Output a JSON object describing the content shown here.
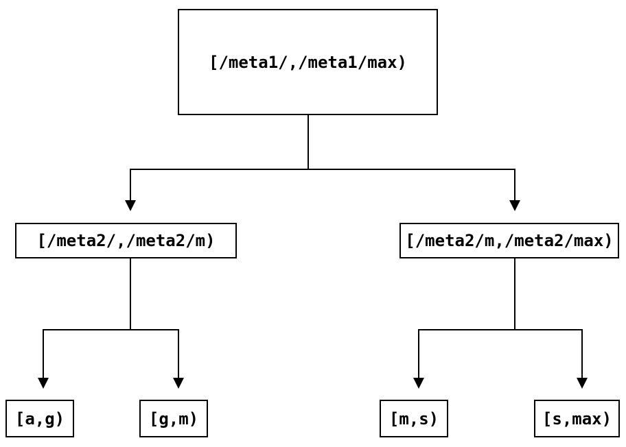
{
  "diagram": {
    "type": "tree",
    "colors": {
      "background": "#ffffff",
      "line": "#000000",
      "text": "#000000"
    },
    "root": {
      "label": "[/meta1/,/meta1/max)"
    },
    "level2": [
      {
        "label": "[/meta2/,/meta2/m)"
      },
      {
        "label": "[/meta2/m,/meta2/max)"
      }
    ],
    "level3": [
      {
        "label": "[a,g)"
      },
      {
        "label": "[g,m)"
      },
      {
        "label": "[m,s)"
      },
      {
        "label": "[s,max)"
      }
    ]
  }
}
